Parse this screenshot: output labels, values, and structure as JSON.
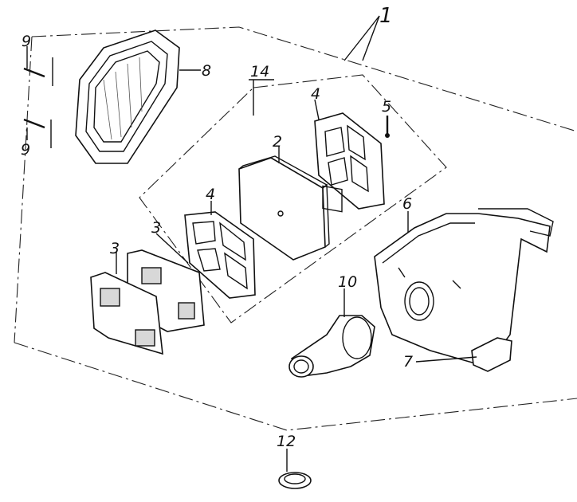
{
  "diagram": {
    "callouts": {
      "assembly": "1",
      "element": "2",
      "gasket_lower": "3",
      "gasket_front": "3",
      "grid_upper": "4",
      "grid_lower": "4",
      "screw": "5",
      "housing": "6",
      "housing_lower": "7",
      "cover": "8",
      "bolt_upper": "9",
      "bolt_lower": "9",
      "intake_duct": "10",
      "clamp": "12",
      "filter_group": "14"
    }
  }
}
